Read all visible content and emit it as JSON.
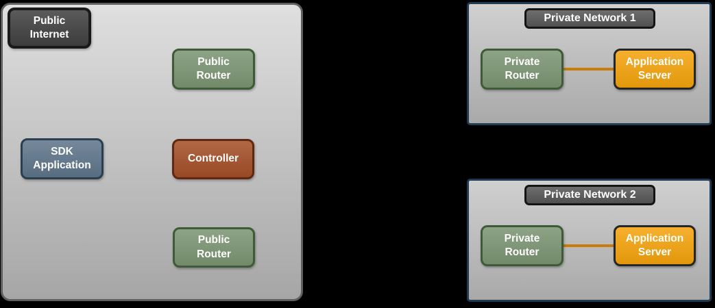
{
  "colors": {
    "page_bg": "#000000",
    "public_zone_fill_top": "#dfdfdf",
    "public_zone_fill_bottom": "#a6a6a6",
    "public_zone_border": "#5f5f5f",
    "private_zone_fill_top": "#d0d0d0",
    "private_zone_fill_bottom": "#a9a9a9",
    "private_zone_border": "#1e3c55",
    "dark_node_fill": "#404040",
    "dark_node_border": "#191919",
    "header_fill": "#565656",
    "header_border": "#141414",
    "green_node_fill": "#7b9472",
    "green_node_border": "#3e5a38",
    "blue_node_fill": "#5e758a",
    "blue_node_border": "#2b3e50",
    "brown_node_fill": "#a44e27",
    "brown_node_border": "#5f2812",
    "orange_node_fill": "#f4a30c",
    "orange_node_border": "#262626",
    "connector_color": "#c87c0a"
  },
  "diagram": {
    "public_network": {
      "public_internet_label": "Public\nInternet",
      "public_router_top_label": "Public\nRouter",
      "sdk_application_label": "SDK\nApplication",
      "controller_label": "Controller",
      "public_router_bottom_label": "Public\nRouter"
    },
    "private_networks": [
      {
        "title": "Private Network 1",
        "private_router_label": "Private\nRouter",
        "application_server_label": "Application\nServer"
      },
      {
        "title": "Private Network 2",
        "private_router_label": "Private\nRouter",
        "application_server_label": "Application\nServer"
      }
    ]
  }
}
